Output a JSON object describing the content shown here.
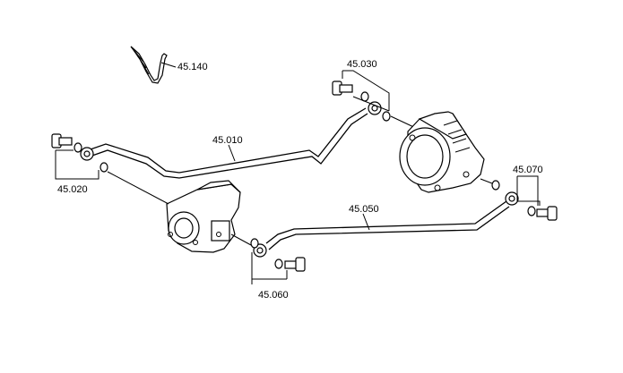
{
  "labels": {
    "clip": "45.140",
    "pipe_upper": "45.010",
    "fittings_upper_left": "45.020",
    "fittings_upper_right": "45.030",
    "pipe_lower": "45.050",
    "fittings_lower_left": "45.060",
    "fittings_lower_right": "45.070"
  }
}
